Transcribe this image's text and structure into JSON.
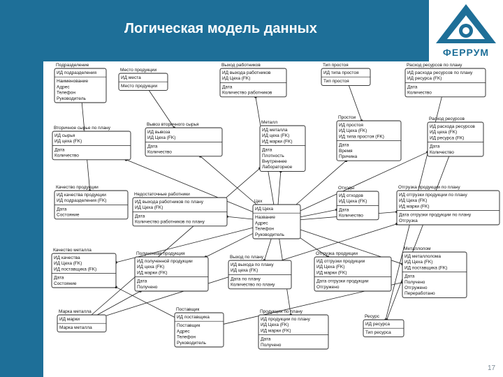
{
  "slide": {
    "title": "Логическая модель данных",
    "page_number": "17",
    "logo_text": "ФЕРРУМ"
  },
  "colors": {
    "header": "#1e6f98",
    "entity_border": "#222222",
    "line": "#222222"
  },
  "entities": [
    {
      "id": "podrazdelenie",
      "title": "Подразделение",
      "keys": [
        "ИД подразделения"
      ],
      "attrs": [
        "Наименование",
        "Адрес",
        "Телефон",
        "Руководитель"
      ]
    },
    {
      "id": "mesto",
      "title": "Место продукции",
      "keys": [
        "ИД места"
      ],
      "attrs": [
        "Место продукции"
      ]
    },
    {
      "id": "vyhod",
      "title": "Выход работников",
      "keys": [
        "ИД выхода работников",
        "ИД Цеха (FK)"
      ],
      "attrs": [
        "Дата",
        "Количество работников"
      ]
    },
    {
      "id": "tipprostoev",
      "title": "Тип простоя",
      "keys": [
        "ИД типа простоя"
      ],
      "attrs": [
        "Тип простоя"
      ]
    },
    {
      "id": "raskhod",
      "title": "Расход ресурсов по плану",
      "keys": [
        "ИД расхода ресурсов по плану",
        "ИД ресурса (FK)"
      ],
      "attrs": [
        "Дата",
        "Количество"
      ]
    },
    {
      "id": "vtorichnoe",
      "title": "Вторичное сырье по плану",
      "keys": [
        "ИД сырья",
        "ИД цеха (FK)"
      ],
      "attrs": [
        "Дата",
        "Количество"
      ]
    },
    {
      "id": "vyvoz",
      "title": "Вывоз вторичного сырья",
      "keys": [
        "ИД вывоза",
        "ИД Цеха (FK)"
      ],
      "attrs": [
        "Дата",
        "Количество"
      ]
    },
    {
      "id": "metall",
      "title": "Металл",
      "keys": [
        "ИД металла",
        "ИД цеха (FK)",
        "ИД марки (FK)"
      ],
      "attrs": [
        "Дата",
        "Плотность",
        "Внутреннее",
        "Лабораторное"
      ]
    },
    {
      "id": "prostoi",
      "title": "Простои",
      "keys": [
        "ИД простоя",
        "ИД Цеха (FK)",
        "ИД типа простоя (FK)"
      ],
      "attrs": [
        "Дата",
        "Время",
        "Причина"
      ]
    },
    {
      "id": "raskhodres",
      "title": "Расход ресурсов",
      "keys": [
        "ИД расхода ресурсов",
        "ИД цеха (FK)",
        "ИД ресурса (FK)"
      ],
      "attrs": [
        "Дата",
        "Количество"
      ]
    },
    {
      "id": "kachestvo",
      "title": "Качество продукции",
      "keys": [
        "ИД качества продукции",
        "ИД подразделения (FK)"
      ],
      "attrs": [
        "Дата",
        "Состояние"
      ]
    },
    {
      "id": "nedostatochnye",
      "title": "Недостаточные работники",
      "keys": [
        "ИД выхода работников по плану",
        "ИД Цеха (FK)"
      ],
      "attrs": [
        "Дата",
        "Количество работников по плану"
      ]
    },
    {
      "id": "ceh",
      "title": "Цех",
      "keys": [
        "ИД Цеха"
      ],
      "attrs": [
        "Название",
        "Адрес",
        "Телефон",
        "Руководитель"
      ]
    },
    {
      "id": "othody",
      "title": "Отходы",
      "keys": [
        "ИД отходов",
        "ИД Цеха (FK)"
      ],
      "attrs": [
        "Дата",
        "Количество"
      ]
    },
    {
      "id": "otgruzka",
      "title": "Отгрузка продукции по плану",
      "keys": [
        "ИД отгрузки продукции по плану",
        "ИД Цеха (FK)",
        "ИД марки (FK)"
      ],
      "attrs": [
        "Дата отгрузки продукции по плану",
        "Отгрузка"
      ]
    },
    {
      "id": "kachestvo_metalla",
      "title": "Качество металла",
      "keys": [
        "ИД качества",
        "ИД Цеха (FK)",
        "ИД поставщика (FK)"
      ],
      "attrs": [
        "Дата",
        "Состояние"
      ]
    },
    {
      "id": "poluchennaya",
      "title": "Полученная продукция",
      "keys": [
        "ИД полученной продукции",
        "ИД цеха (FK)",
        "ИД марки (FK)"
      ],
      "attrs": [
        "Дата",
        "Получено"
      ]
    },
    {
      "id": "vyhod_plan",
      "title": "Выход по плану",
      "keys": [
        "ИД выхода по плану",
        "ИД цеха (FK)"
      ],
      "attrs": [
        "Дата по плану",
        "Количество по плану"
      ]
    },
    {
      "id": "otgruzka_fakt",
      "title": "Отгрузка продукции",
      "keys": [
        "ИД отгрузки продукции",
        "ИД Цеха (FK)",
        "ИД марки (FK)"
      ],
      "attrs": [
        "Дата отгрузки продукции",
        "Отгружено"
      ]
    },
    {
      "id": "metallolom",
      "title": "Металлолом",
      "keys": [
        "ИД металлолома",
        "ИД Цеха (FK)",
        "ИД поставщика (FK)"
      ],
      "attrs": [
        "Дата",
        "Получено",
        "Отгружено",
        "Переработано"
      ]
    },
    {
      "id": "marka",
      "title": "Марка металла",
      "keys": [
        "ИД марки"
      ],
      "attrs": [
        "Марка металла"
      ]
    },
    {
      "id": "postavshik",
      "title": "Поставщик",
      "keys": [
        "ИД поставщика"
      ],
      "attrs": [
        "Поставщик",
        "Адрес",
        "Телефон",
        "Руководитель"
      ]
    },
    {
      "id": "produkciya_plan",
      "title": "Продукция по плану",
      "keys": [
        "ИД продукции по плану",
        "ИД Цеха (FK)",
        "ИД марки (FK)"
      ],
      "attrs": [
        "Дата",
        "Получено"
      ]
    },
    {
      "id": "resurs",
      "title": "Ресурс",
      "keys": [
        "ИД ресурса"
      ],
      "attrs": [
        "Тип ресурса"
      ]
    }
  ]
}
